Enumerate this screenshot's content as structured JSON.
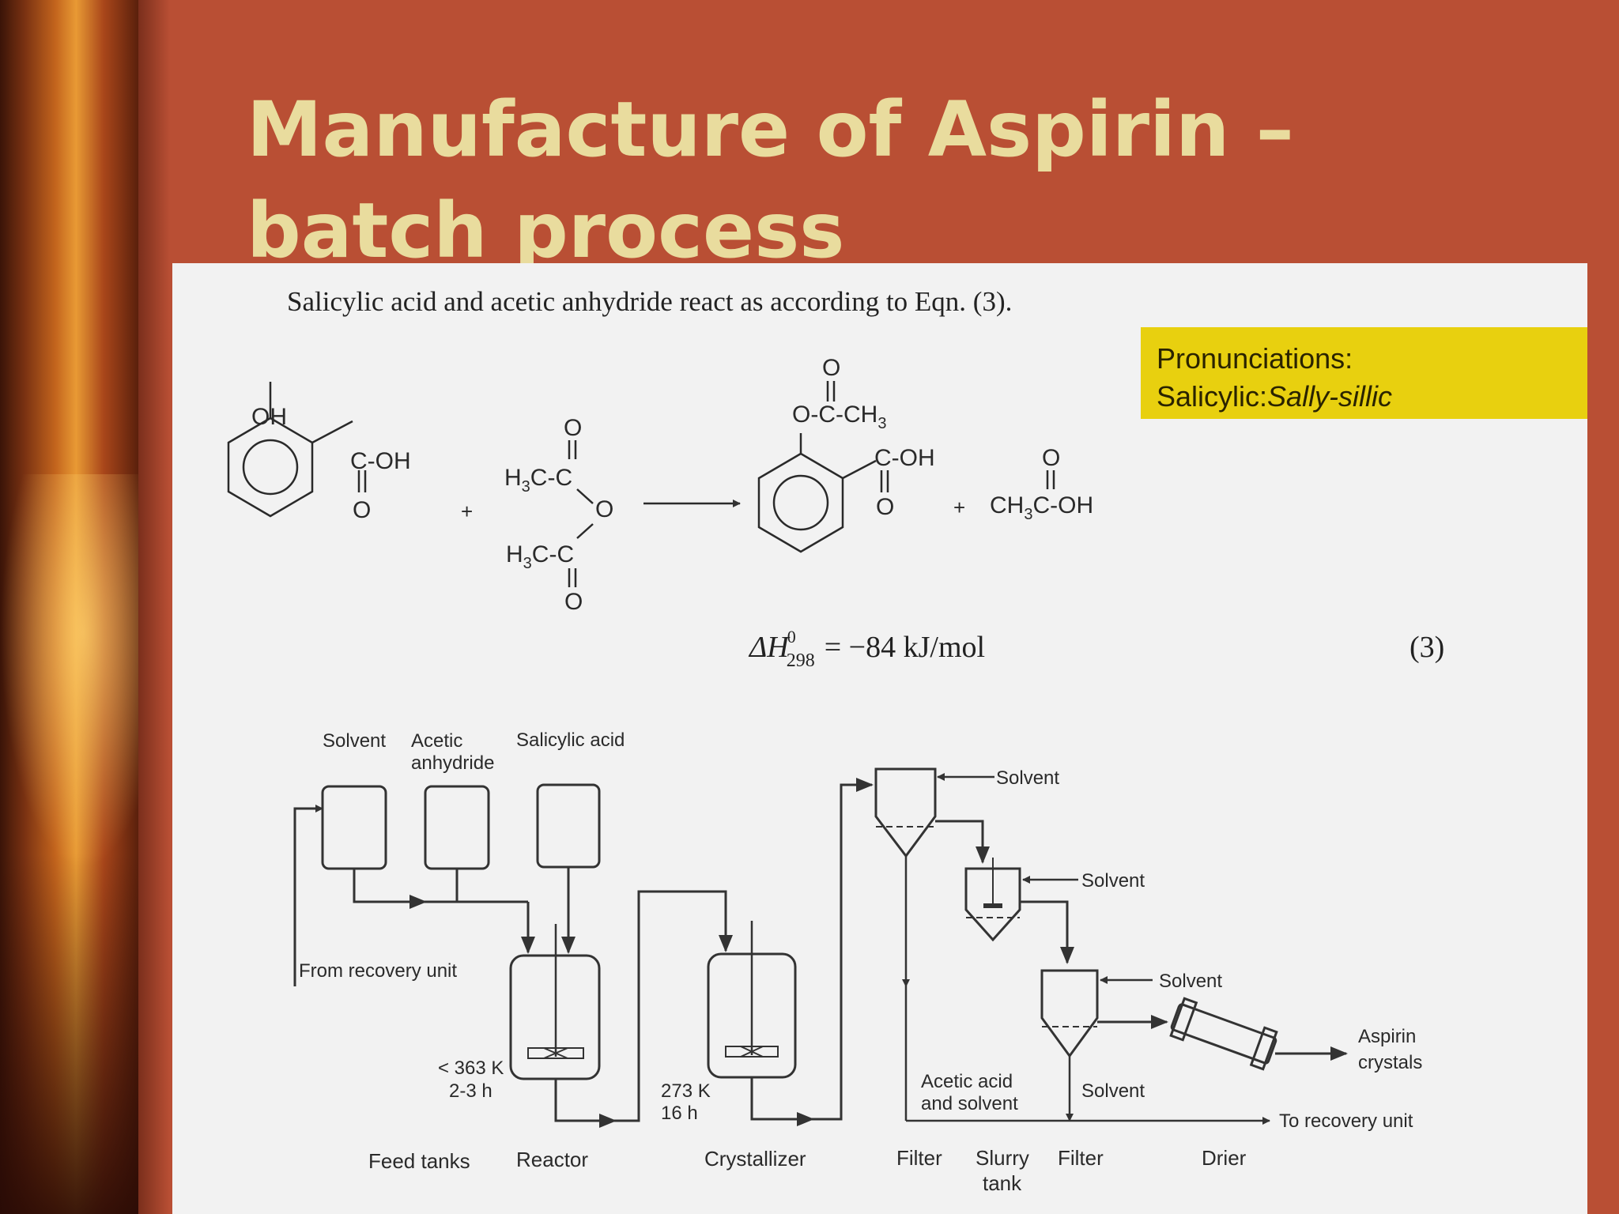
{
  "slide": {
    "title_line1": "Manufacture of Aspirin –",
    "title_line2": "batch process",
    "intro": "Salicylic acid and acetic anhydride react as according to Eqn. (3).",
    "note": {
      "heading": "Pronunciations:",
      "term": "Salicylic:",
      "pronunciation": "Sally-sillic"
    },
    "colors": {
      "background": "#b94f34",
      "title": "#e9dc9e",
      "note": "#e8d00f",
      "scan": "#f2f2f2"
    }
  },
  "equation": {
    "delta": "ΔH",
    "sup": "0",
    "sub": "298",
    "value": "= −84 kJ/mol",
    "number": "(3)",
    "salicylic": {
      "oh": "OH",
      "cooh": "C-OH",
      "o": "O"
    },
    "anhydride": {
      "top_o": "O",
      "h3c1": "H",
      "h3c1_sub": "3",
      "h3c1_tail": "C-C",
      "bridge_o": "O",
      "h3c2": "H",
      "h3c2_sub": "3",
      "h3c2_tail": "C-C",
      "bottom_o": "O"
    },
    "aspirin": {
      "top_o": "O",
      "ester": "O-C-CH",
      "ester_sub": "3",
      "cooh": "C-OH",
      "o": "O"
    },
    "acetic_acid": {
      "ch": "CH",
      "ch_sub": "3",
      "tail": "C-OH",
      "top_o": "O"
    },
    "plus": "+"
  },
  "flowsheet": {
    "labels": {
      "solvent": "Solvent",
      "acetic1": "Acetic",
      "acetic2": "anhydride",
      "salicylic": "Salicylic acid",
      "from_recovery": "From recovery unit",
      "temp1": "< 363 K",
      "time1": "2-3 h",
      "temp2": "273 K",
      "time2": "16 h",
      "solvent_f1": "Solvent",
      "solvent_s": "Solvent",
      "solvent_f2": "Solvent",
      "solvent_bottom": "Solvent",
      "acetic_solvent1": "Acetic acid",
      "acetic_solvent2": "and solvent",
      "to_recovery": "To recovery unit",
      "product1": "Aspirin",
      "product2": "crystals"
    },
    "units": {
      "feed_tanks": "Feed tanks",
      "reactor": "Reactor",
      "crystallizer": "Crystallizer",
      "filter1": "Filter",
      "slurry1": "Slurry",
      "slurry2": "tank",
      "filter2": "Filter",
      "drier": "Drier"
    }
  }
}
